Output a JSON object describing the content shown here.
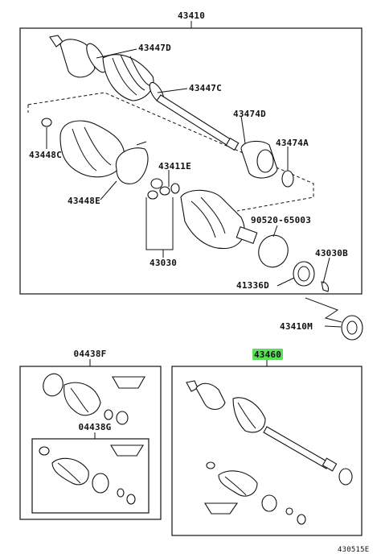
{
  "diagram": {
    "labels": {
      "assy_top": "43410",
      "p43447d": "43447D",
      "p43447c": "43447C",
      "p43474d": "43474D",
      "p43474a": "43474A",
      "p43448c": "43448C",
      "p43411e": "43411E",
      "p43448e": "43448E",
      "p90520": "90520-65003",
      "p43030": "43030",
      "p43030b": "43030B",
      "p41336d": "41336D",
      "p43410m": "43410M",
      "kit_f": "04438F",
      "kit_g": "04438G",
      "assy_bottom": "43460",
      "figure_code": "430515E"
    },
    "highlight_color": "#5be05b"
  }
}
